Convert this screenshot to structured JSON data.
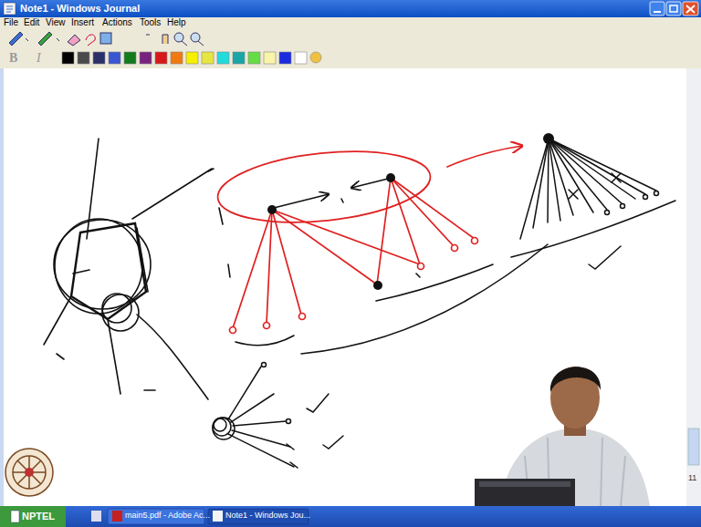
{
  "diagram": {
    "title": "Note1 - Windows Journal",
    "labels": [
      "File",
      "Edit",
      "View",
      "Insert",
      "Actions",
      "Tools",
      "Help",
      "B",
      "I",
      "11",
      "NPTEL",
      "main5.pdf - Adobe Ac...",
      "Note1 - Windows Jou..."
    ]
  }
}
